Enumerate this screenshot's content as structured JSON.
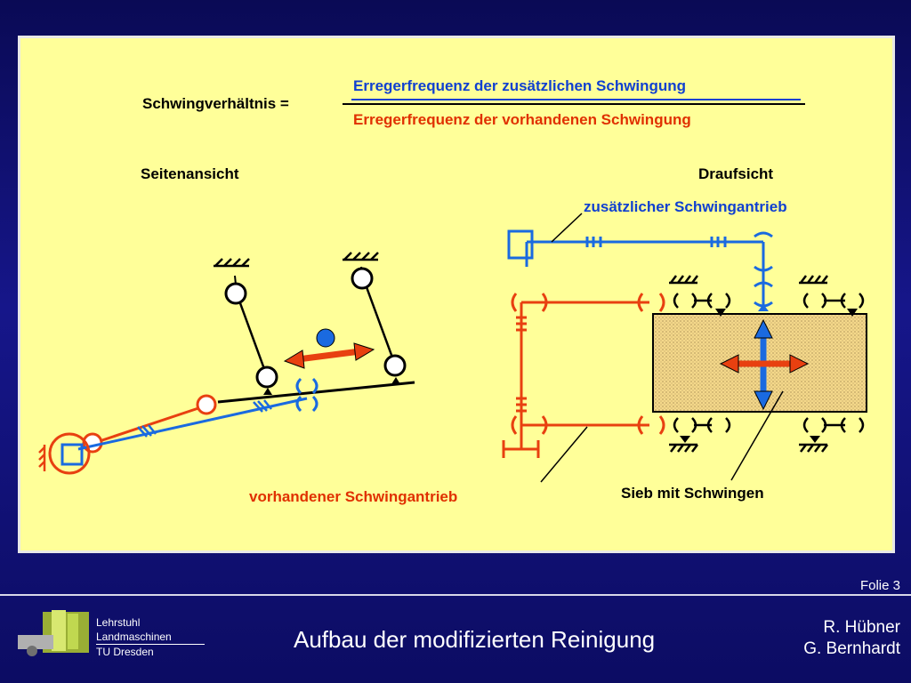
{
  "formula": {
    "lhs": "Schwingverhältnis =",
    "numerator": "Erregerfrequenz der zusätzlichen Schwingung",
    "denominator": "Erregerfrequenz der vorhandenen Schwingung"
  },
  "labels": {
    "side_view": "Seitenansicht",
    "top_view": "Draufsicht",
    "additional_drive": "zusätzlicher Schwingantrieb",
    "existing_drive": "vorhandener Schwingantrieb",
    "sieve": "Sieb mit Schwingen"
  },
  "footer": {
    "slide": "Folie 3",
    "title": "Aufbau der modifizierten Reinigung",
    "author1": "R. Hübner",
    "author2": "G. Bernhardt",
    "logo_line1": "Lehrstuhl",
    "logo_line2": "Landmaschinen",
    "logo_line3": "TU Dresden"
  },
  "colors": {
    "blue": "#1a6ae0",
    "red": "#e84010",
    "background": "#ffff99"
  }
}
